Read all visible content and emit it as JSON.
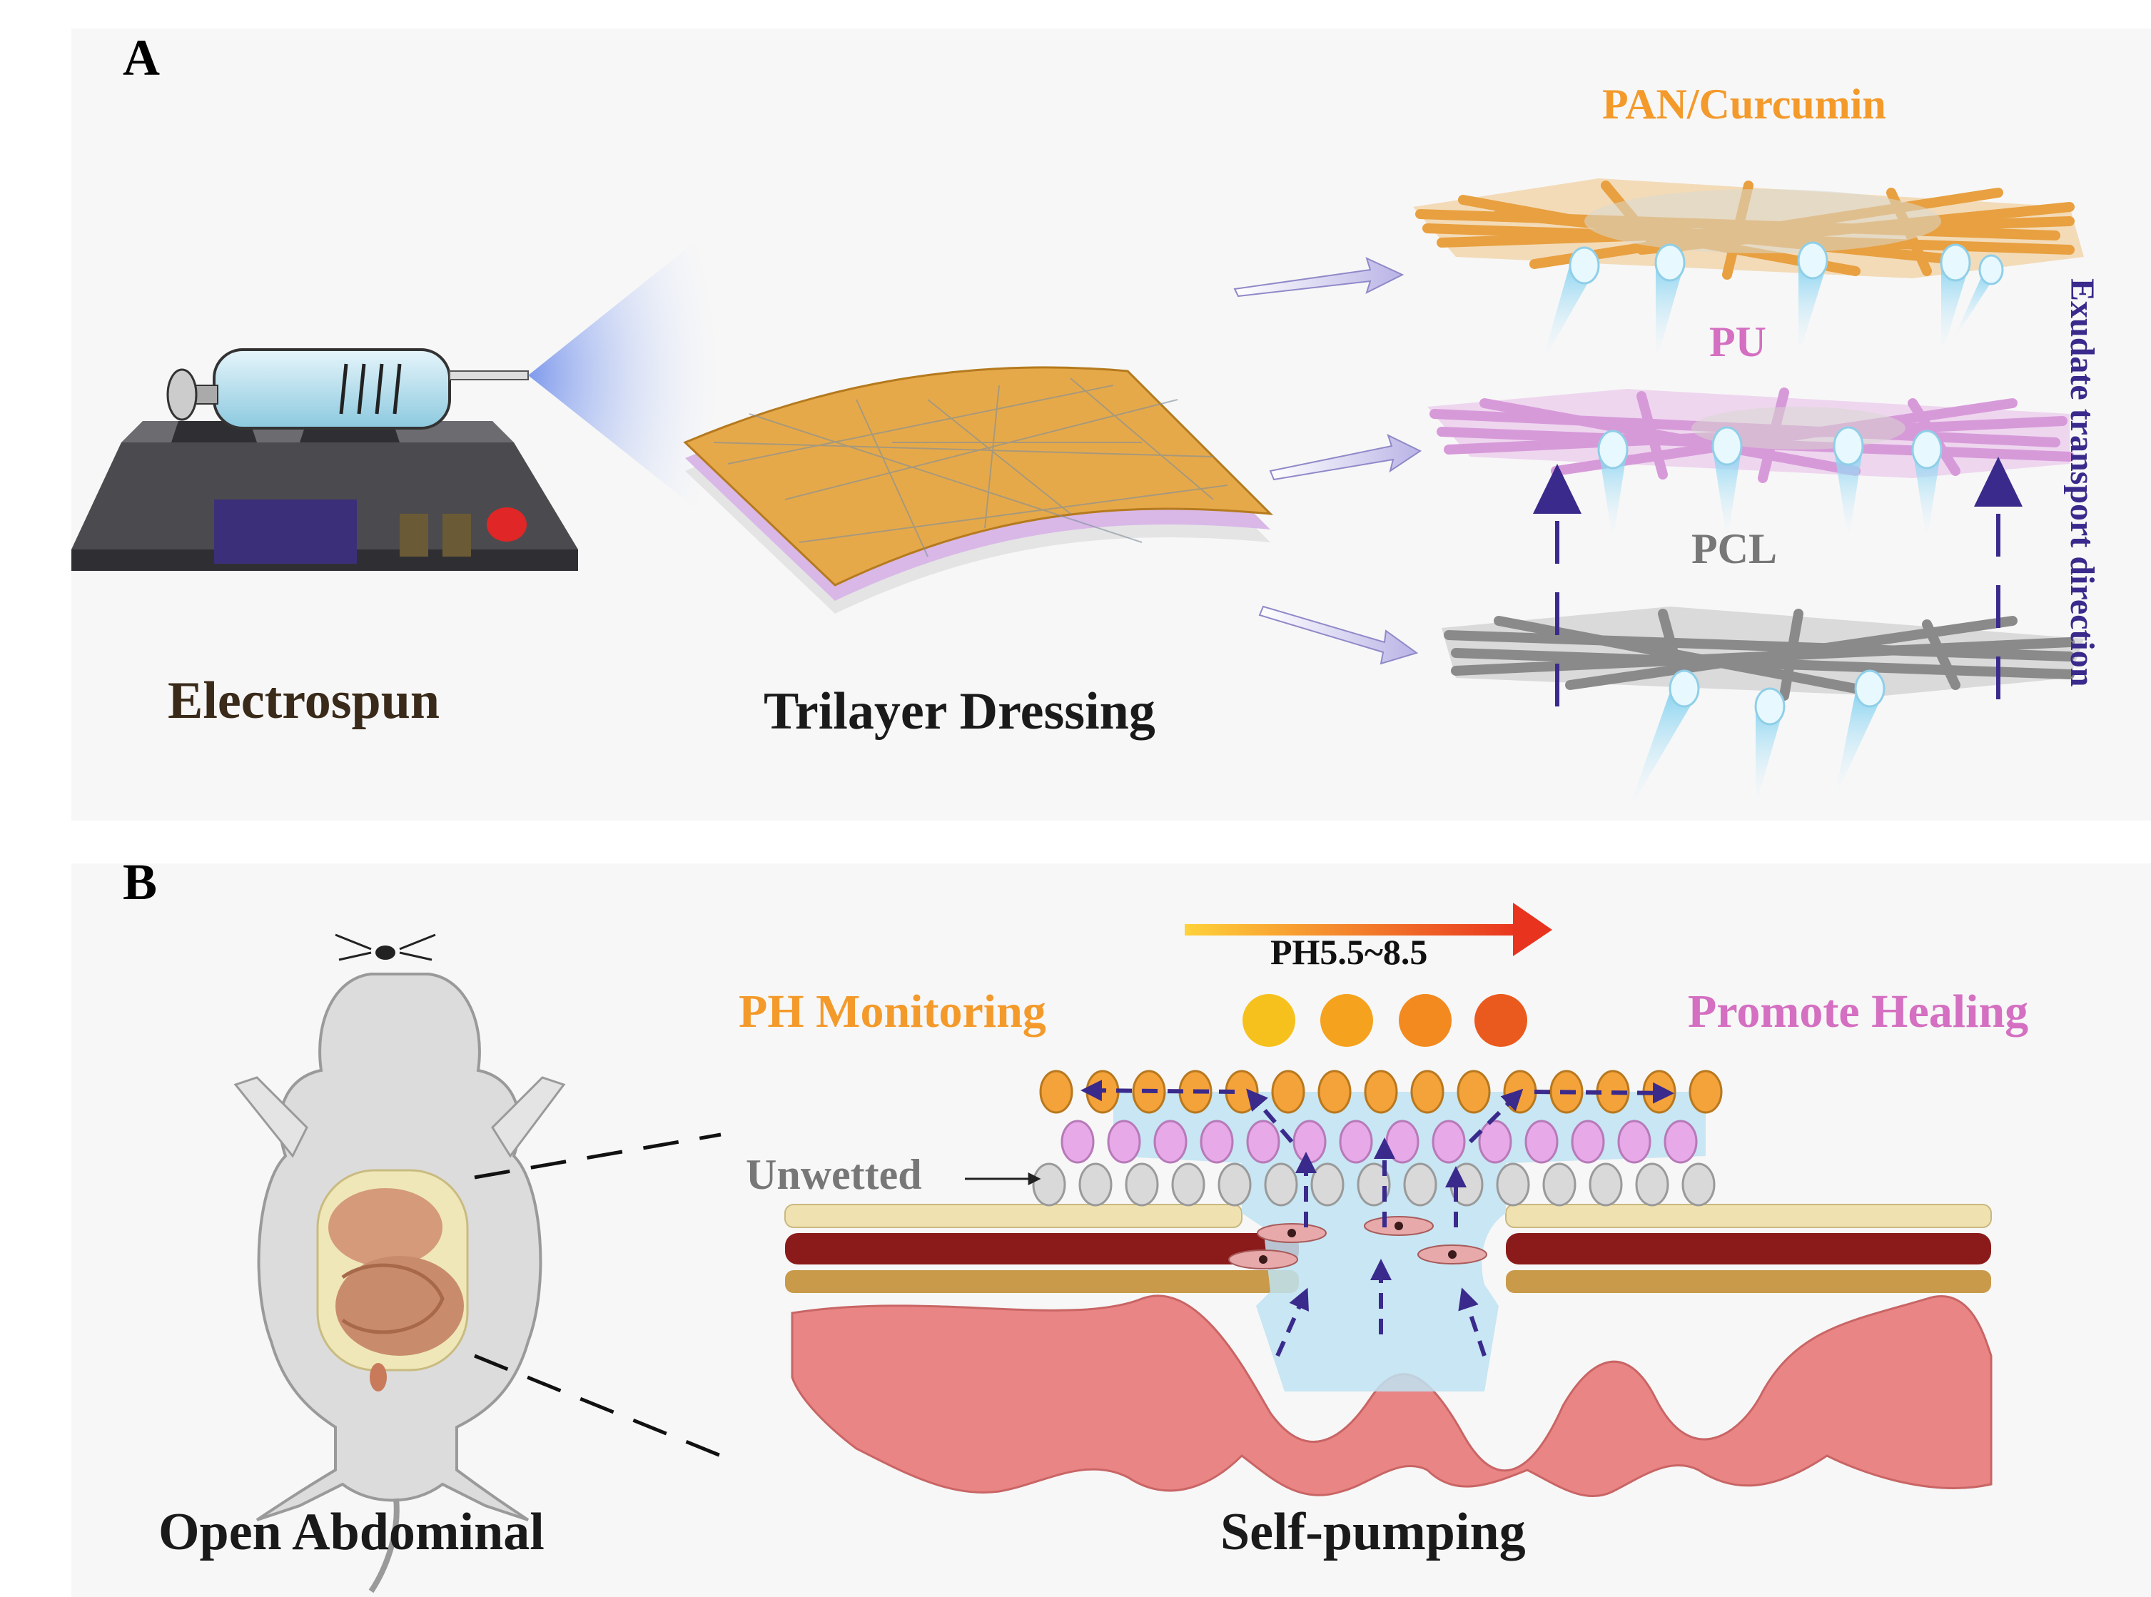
{
  "panels": {
    "a": {
      "letter": "A",
      "electrospun_label": "Electrospun",
      "dressing_label": "Trilayer Dressing",
      "layer_top_label": "PAN/Curcumin",
      "layer_mid_label": "PU",
      "layer_bottom_label": "PCL",
      "direction_label": "Exudate transport direction"
    },
    "b": {
      "letter": "B",
      "ph_range_label": "PH5.5~8.5",
      "ph_monitoring_label": "PH Monitoring",
      "promote_healing_label": "Promote Healing",
      "unwetted_label": "Unwetted",
      "animal_label": "Open Abdominal",
      "pumping_label": "Self-pumping"
    }
  },
  "colors": {
    "pan_fiber": "#e8a040",
    "pu_fiber": "#d79ad9",
    "pcl_fiber": "#8a8a8a",
    "arrow_purple": "#3a2a8c",
    "exudate": "#bfe3f2",
    "tissue_pink": "#e98585",
    "ph_dots": [
      "#f6c11c",
      "#f5a21e",
      "#f38a1f",
      "#ea5a1e"
    ]
  }
}
